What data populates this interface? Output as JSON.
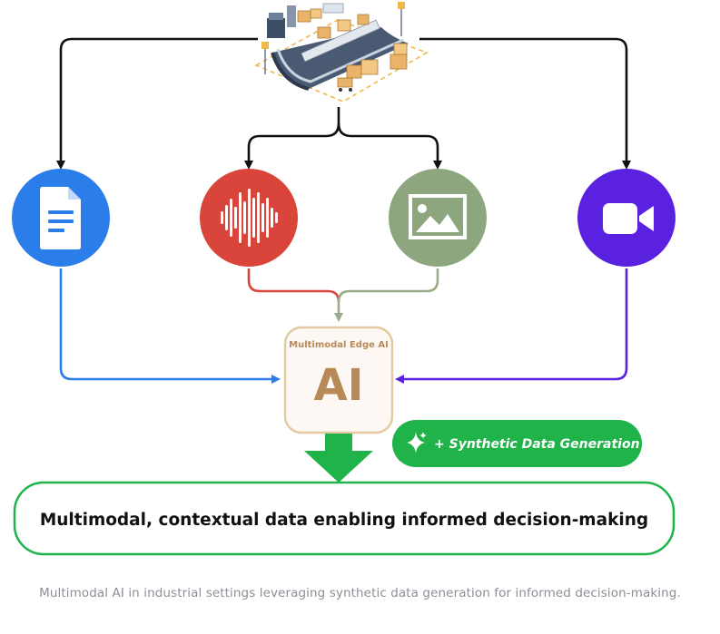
{
  "ai_box": {
    "subtitle": "Multimodal Edge AI",
    "label": "AI"
  },
  "synthetic_badge": {
    "label": "+ Synthetic Data Generation"
  },
  "result_box": {
    "label": "Multimodal, contextual data enabling informed decision-making"
  },
  "caption": "Multimodal AI in industrial settings leveraging synthetic data generation for informed decision-making.",
  "modalities": [
    {
      "icon": "document-icon",
      "color": "#2b7de9"
    },
    {
      "icon": "audio-waveform-icon",
      "color": "#d9453b"
    },
    {
      "icon": "image-icon",
      "color": "#8da67e"
    },
    {
      "icon": "video-camera-icon",
      "color": "#5b21e0"
    }
  ],
  "colors": {
    "accent_green": "#1fb34a",
    "ai_box_border": "#e5c9a2",
    "ai_text": "#b88a58",
    "connector_dark": "#111111"
  }
}
